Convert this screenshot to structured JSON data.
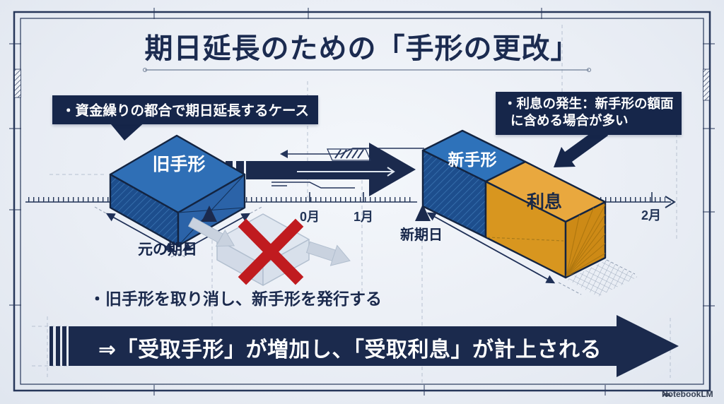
{
  "title": "期日延長のための「手形の更改」",
  "callout_left": {
    "text": "・資金繰りの都合で期日延長するケース"
  },
  "callout_right": {
    "line1": "・利息の発生：新手形の額面",
    "line2": "に含める場合が多い"
  },
  "diagram": {
    "old_bill_label": "旧手形",
    "new_bill_label": "新手形",
    "interest_label": "利息",
    "old_due_label": "元の期日",
    "new_due_label": "新期日",
    "months": [
      "0月",
      "1月",
      "2月"
    ],
    "cancel_note": "・旧手形を取り消し、新手形を発行する"
  },
  "banner": {
    "text": "⇒「受取手形」が増加し、「受取利息」が計上される"
  },
  "footer": {
    "brand": "NotebookLM"
  },
  "colors": {
    "navy": "#16264a",
    "blue_top": "#2f6fb6",
    "blue_dark": "#1d4e8d",
    "orange_top": "#e9a83e",
    "orange_front": "#d8961f",
    "red": "#c01b1f",
    "background": "#eaeef5"
  }
}
